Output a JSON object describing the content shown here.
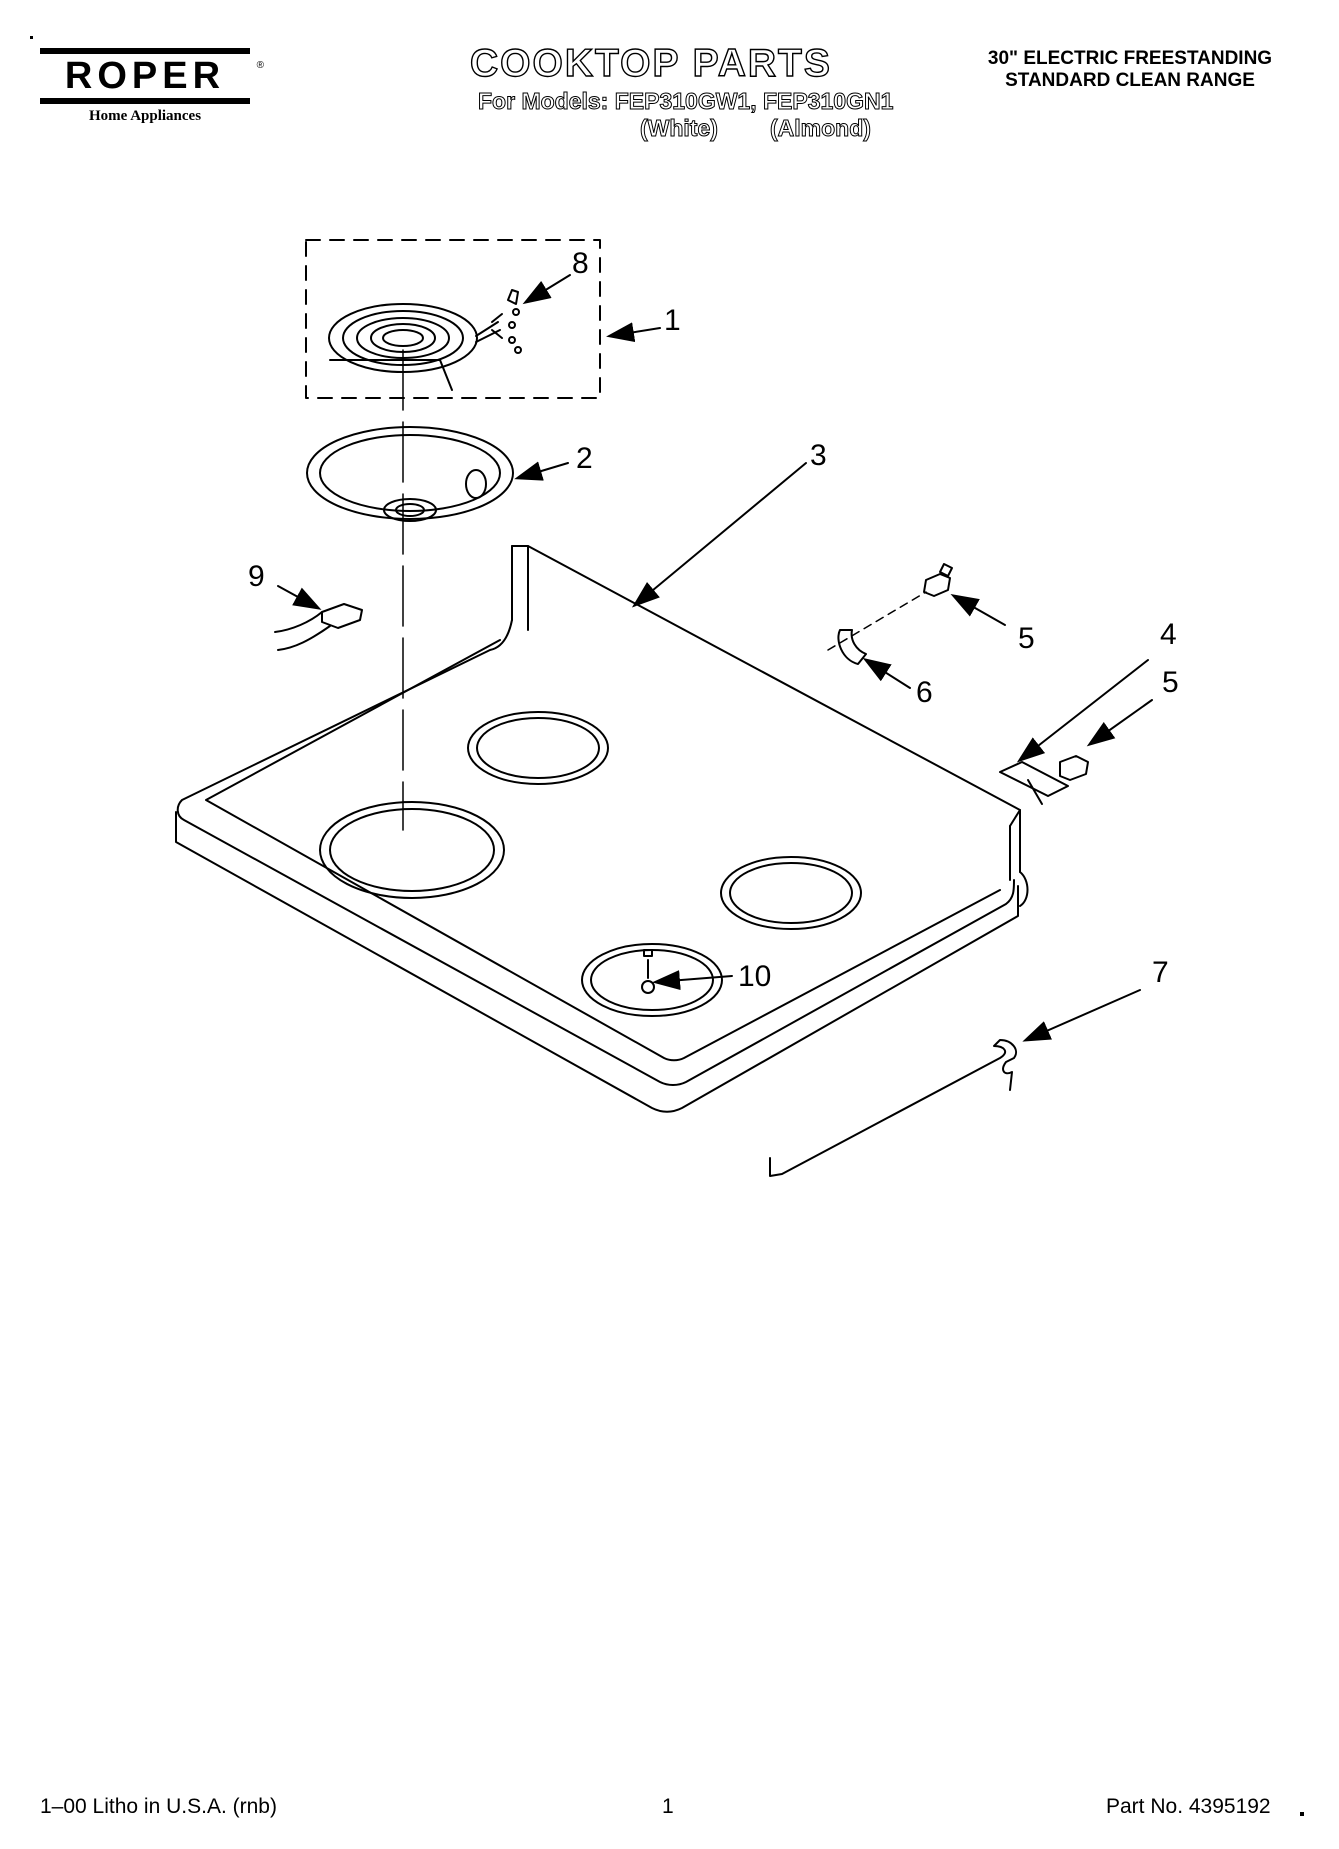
{
  "brand": {
    "name": "ROPER",
    "trademark": "®",
    "tagline": "Home Appliances"
  },
  "header": {
    "title": "COOKTOP PARTS",
    "models_line": "For Models: FEP310GW1, FEP310GN1",
    "color_white": "(White)",
    "color_almond": "(Almond)",
    "range_line1": "30\" ELECTRIC FREESTANDING",
    "range_line2": "STANDARD CLEAN RANGE"
  },
  "callouts": {
    "c1": "1",
    "c2": "2",
    "c3": "3",
    "c4": "4",
    "c5a": "5",
    "c5b": "5",
    "c6": "6",
    "c7": "7",
    "c8": "8",
    "c9": "9",
    "c10": "10"
  },
  "footer": {
    "litho": "1–00 Litho in U.S.A. (rnb)",
    "page": "1",
    "part_no": "Part No. 4395192"
  }
}
